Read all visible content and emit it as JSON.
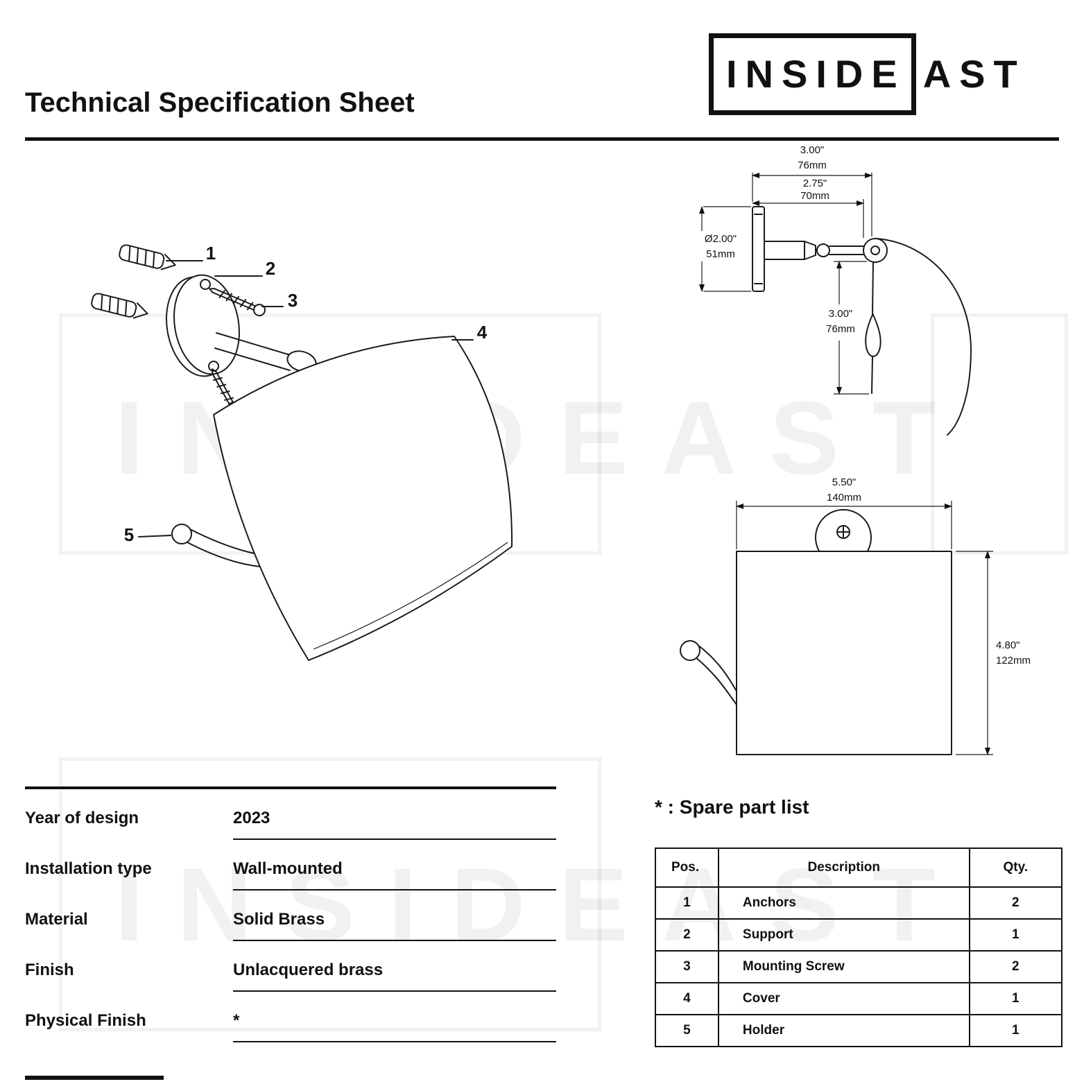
{
  "header": {
    "title": "Technical Specification Sheet",
    "logo_boxed": "INSIDE",
    "logo_rest": "AST"
  },
  "watermark": {
    "text": "INSIDEAST"
  },
  "exploded": {
    "labels": [
      "1",
      "2",
      "3",
      "4",
      "5"
    ]
  },
  "side_view": {
    "dim_width_in": "3.00\"",
    "dim_width_mm": "76mm",
    "dim_depth_in": "2.75\"",
    "dim_depth_mm": "70mm",
    "dim_plate_in": "Ø2.00\"",
    "dim_plate_mm": "51mm",
    "dim_drop_in": "3.00\"",
    "dim_drop_mm": "76mm"
  },
  "front_view": {
    "dim_width_in": "5.50\"",
    "dim_width_mm": "140mm",
    "dim_height_in": "4.80\"",
    "dim_height_mm": "122mm"
  },
  "specs": [
    {
      "label": "Year of design",
      "value": "2023"
    },
    {
      "label": "Installation type",
      "value": "Wall-mounted"
    },
    {
      "label": "Material",
      "value": "Solid Brass"
    },
    {
      "label": "Finish",
      "value": "Unlacquered brass"
    },
    {
      "label": "Physical Finish",
      "value": "*"
    }
  ],
  "spare_parts": {
    "heading": "* : Spare part list",
    "columns": [
      "Pos.",
      "Description",
      "Qty."
    ],
    "rows": [
      {
        "pos": "1",
        "desc": "Anchors",
        "qty": "2"
      },
      {
        "pos": "2",
        "desc": "Support",
        "qty": "1"
      },
      {
        "pos": "3",
        "desc": "Mounting Screw",
        "qty": "2"
      },
      {
        "pos": "4",
        "desc": "Cover",
        "qty": "1"
      },
      {
        "pos": "5",
        "desc": "Holder",
        "qty": "1"
      }
    ]
  }
}
